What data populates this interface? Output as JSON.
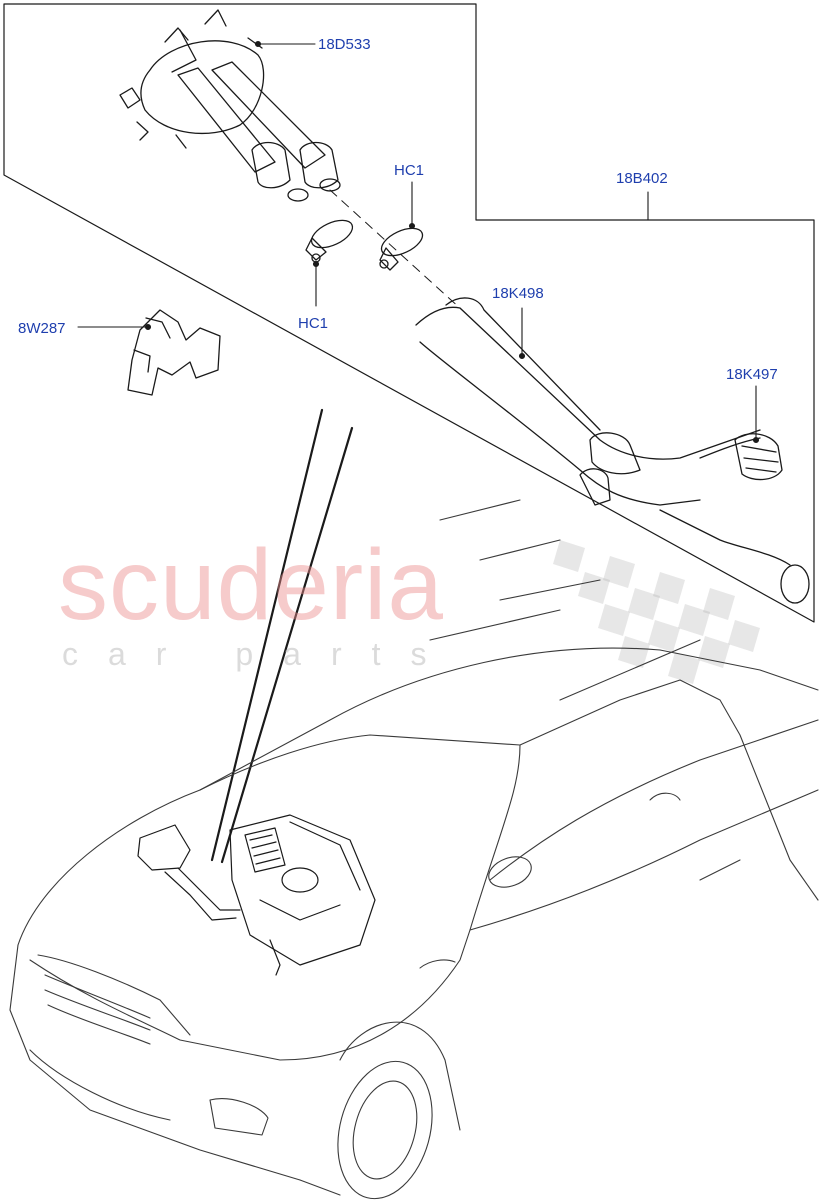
{
  "diagram": {
    "callouts": {
      "c_18D533": "18D533",
      "c_HC1_top": "HC1",
      "c_18B402": "18B402",
      "c_18K498": "18K498",
      "c_8W287": "8W287",
      "c_HC1_left": "HC1",
      "c_18K497": "18K497"
    },
    "watermark": {
      "brand": "scuderia",
      "tagline": "car parts"
    }
  }
}
